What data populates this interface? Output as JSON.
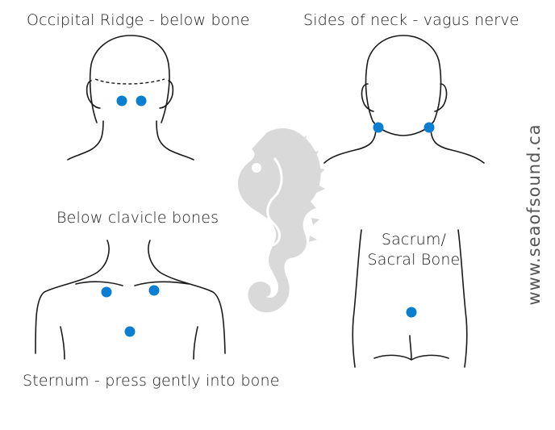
{
  "labels": {
    "occipital": "Occipital Ridge - below bone",
    "neck": "Sides of neck - vagus nerve",
    "clavicle": "Below clavicle bones",
    "sternum": "Sternum - press gently into bone",
    "sacrum": "Sacrum/ Sacral Bone"
  },
  "watermark": "www.seaofsound.ca",
  "colors": {
    "point": "#0a7fd1",
    "outline": "#1a1a1a",
    "logo": "#d9d9d9"
  },
  "logo_icon": "seahorse-treble-clef-logo"
}
